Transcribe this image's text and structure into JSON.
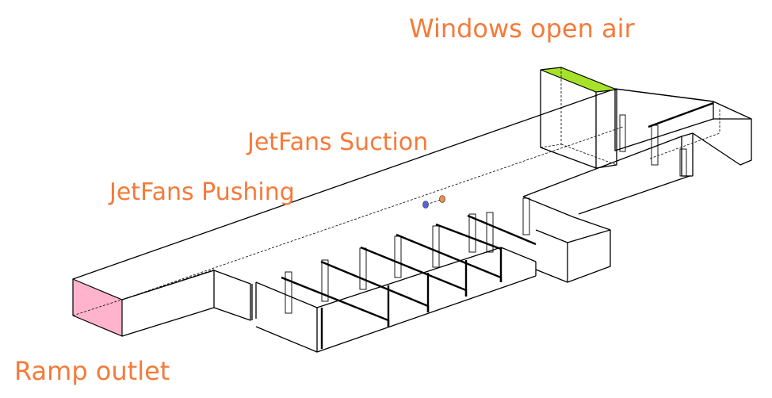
{
  "labels": {
    "windows": "Windows open air",
    "suction": "JetFans Suction",
    "pushing": "JetFans Pushing",
    "ramp": "Ramp outlet"
  },
  "colors": {
    "label_text": "#f47b3a",
    "ramp_outlet_face": "#ffb3cc",
    "window_top_face": "#a6e22a",
    "fan_blue": "#5566dd",
    "fan_orange": "#e99050",
    "line": "#000000"
  }
}
